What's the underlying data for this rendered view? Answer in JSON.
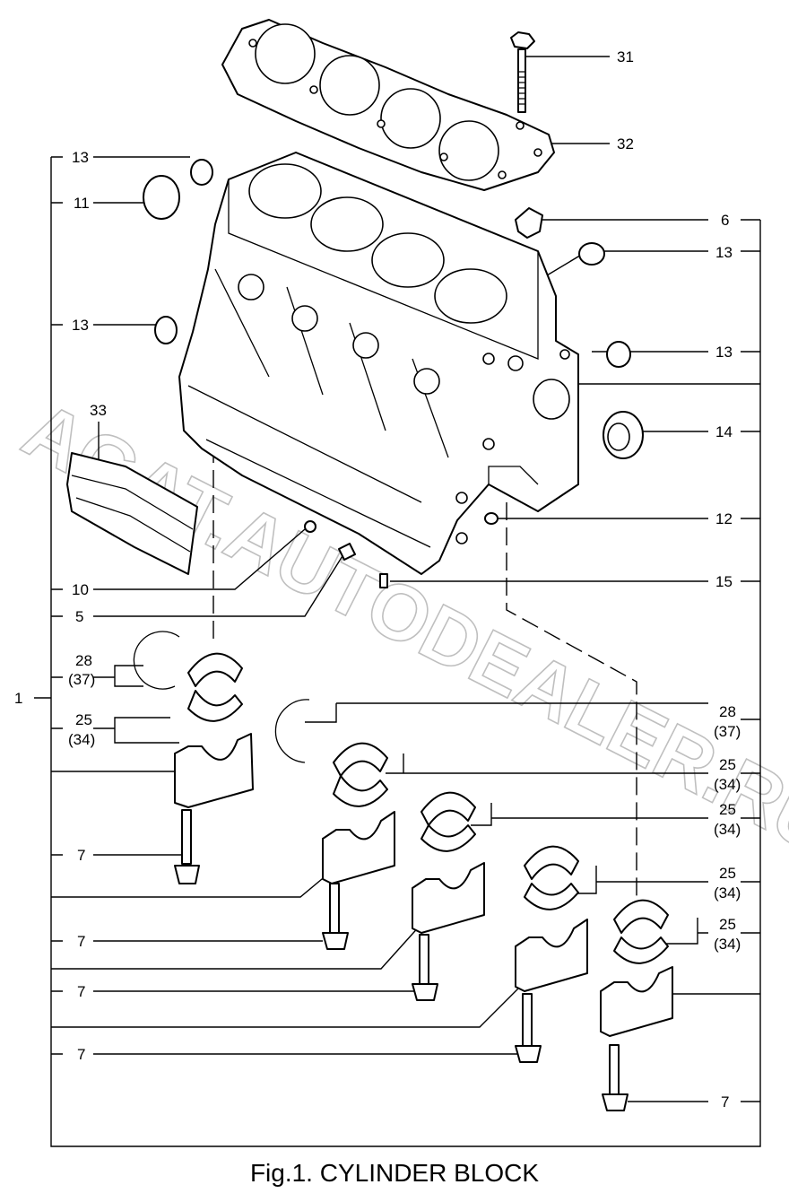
{
  "caption": "Fig.1.  CYLINDER BLOCK",
  "watermark": "AGAT.AUTODEALER.RU",
  "labels": {
    "l1": "1",
    "l13a": "13",
    "l11": "11",
    "l13b": "13",
    "l33": "33",
    "l10": "10",
    "l5": "5",
    "l28a": "28",
    "l37a": "(37)",
    "l25a": "25",
    "l34a": "(34)",
    "l7a": "7",
    "l7b": "7",
    "l7c": "7",
    "l7d": "7",
    "l31": "31",
    "l32": "32",
    "l6": "6",
    "l13c": "13",
    "l13d": "13",
    "l14": "14",
    "l12": "12",
    "l15": "15",
    "l28b": "28",
    "l37b": "(37)",
    "l25b": "25",
    "l34b": "(34)",
    "l25c": "25",
    "l34c": "(34)",
    "l25d": "25",
    "l34d": "(34)",
    "l25e": "25",
    "l34e": "(34)",
    "l7e": "7"
  }
}
